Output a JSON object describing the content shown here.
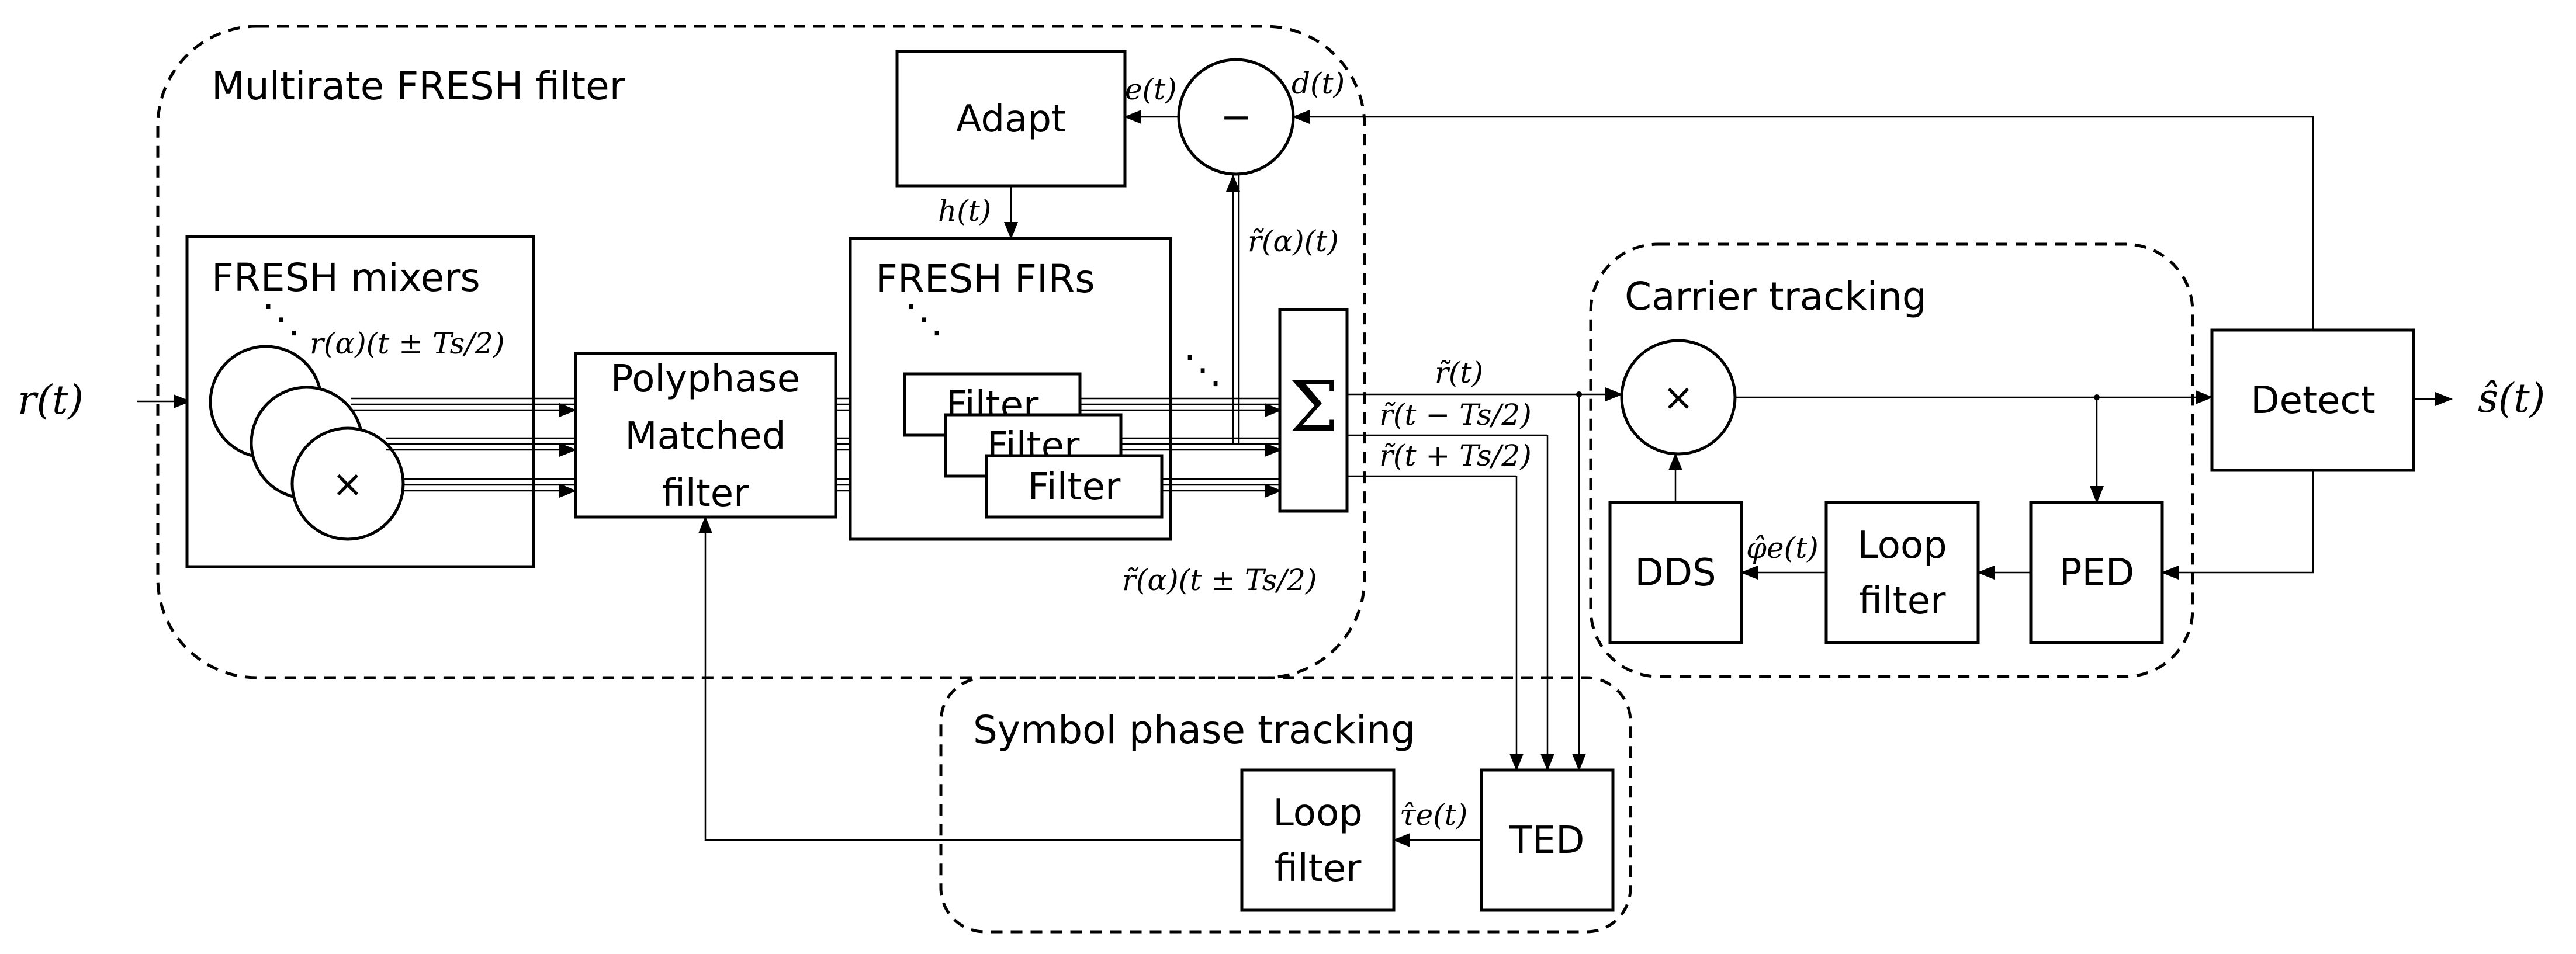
{
  "regions": {
    "fresh_filter": "Multirate FRESH filter",
    "carrier_tracking": "Carrier tracking",
    "symbol_phase_tracking": "Symbol phase tracking"
  },
  "blocks": {
    "fresh_mixers": "FRESH mixers",
    "polyphase_line1": "Polyphase",
    "polyphase_line2": "Matched",
    "polyphase_line3": "filter",
    "fresh_firs": "FRESH FIRs",
    "filter": "Filter",
    "adapt": "Adapt",
    "detect": "Detect",
    "dds": "DDS",
    "loop_filter_line1": "Loop",
    "loop_filter_line2": "filter",
    "ped": "PED",
    "ted": "TED"
  },
  "symbols": {
    "multiply": "×",
    "subtract": "−",
    "sum": "Σ",
    "ellipsis": "⋱"
  },
  "signals": {
    "input": "r(t)",
    "output": "ŝ(t)",
    "error": "e(t)",
    "desired": "d(t)",
    "coeffs": "h(t)",
    "alpha_out": "r̃(α)(t)",
    "mixer_out": "r(α)(t ± Ts/2)",
    "fir_out": "r̃(α)(t ± Ts/2)",
    "r_tilde": "r̃(t)",
    "r_minus": "r̃(t − Ts/2)",
    "r_plus": "r̃(t + Ts/2)",
    "phase_err": "φ̂e(t)",
    "timing_err": "τ̂e(t)"
  }
}
